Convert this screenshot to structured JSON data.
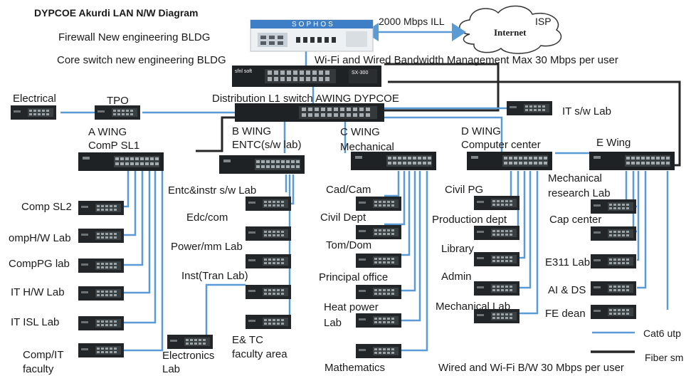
{
  "title": "DYPCOE Akurdi LAN N/W Diagram",
  "firewall": {
    "brand": "SOPHOS",
    "label": "Firewall New engineering BLDG"
  },
  "core": {
    "label": "Core switch new engineering BLDG",
    "tag_left": "sfnl soft",
    "tag_right": "SX-300"
  },
  "ill_label": "2000 Mbps ILL",
  "isp_label": "ISP",
  "internet_label": "Internet",
  "bw_label": "Wi-Fi and Wired Bandwidth Management Max 30 Mbps per user",
  "distribution_label": "Distribution L1 switch AWING DYPCOE",
  "electrical_label": "Electrical",
  "tpo_label": "TPO",
  "it_sw_lab_label": "IT s/w Lab",
  "wings": {
    "a": [
      "A WING",
      "ComP SL1"
    ],
    "b": [
      "B WING",
      "ENTC(s/w lab)"
    ],
    "c": [
      "C WING",
      "Mechanical"
    ],
    "d": [
      "D WING",
      "Computer center"
    ],
    "e": [
      "E Wing"
    ]
  },
  "a_labs": [
    "Comp SL2",
    "ompH/W Lab",
    "CompPG lab",
    "IT H/W Lab",
    "IT ISL Lab",
    "Comp/IT",
    "faculty"
  ],
  "b_labs": [
    "Entc&instr s/w Lab",
    "Edc/com",
    "Power/mm Lab",
    "Inst(Tran Lab)",
    "E& TC",
    "faculty area",
    "Electronics",
    "Lab"
  ],
  "c_labs": [
    "Cad/Cam",
    "Civil Dept",
    "Tom/Dom",
    "Principal office",
    "Heat power",
    "Lab",
    "Mathematics"
  ],
  "d_labs": [
    "Civil PG",
    "Production dept",
    "Library",
    "Admin",
    "Mechanical Lab"
  ],
  "e_labs": [
    "Mechanical",
    "research Lab",
    "Cap center",
    "E311 Lab",
    "AI & DS",
    "FE dean"
  ],
  "legend": {
    "cat6": "Cat6 utp",
    "fiber": "Fiber sm"
  },
  "footer": "Wired and Wi-Fi  B/W 30 Mbps per user",
  "colors": {
    "cat6": "#5b9bd5",
    "fiber": "#262626",
    "arrow": "#5b9bd5",
    "switch": "#1f2224"
  }
}
